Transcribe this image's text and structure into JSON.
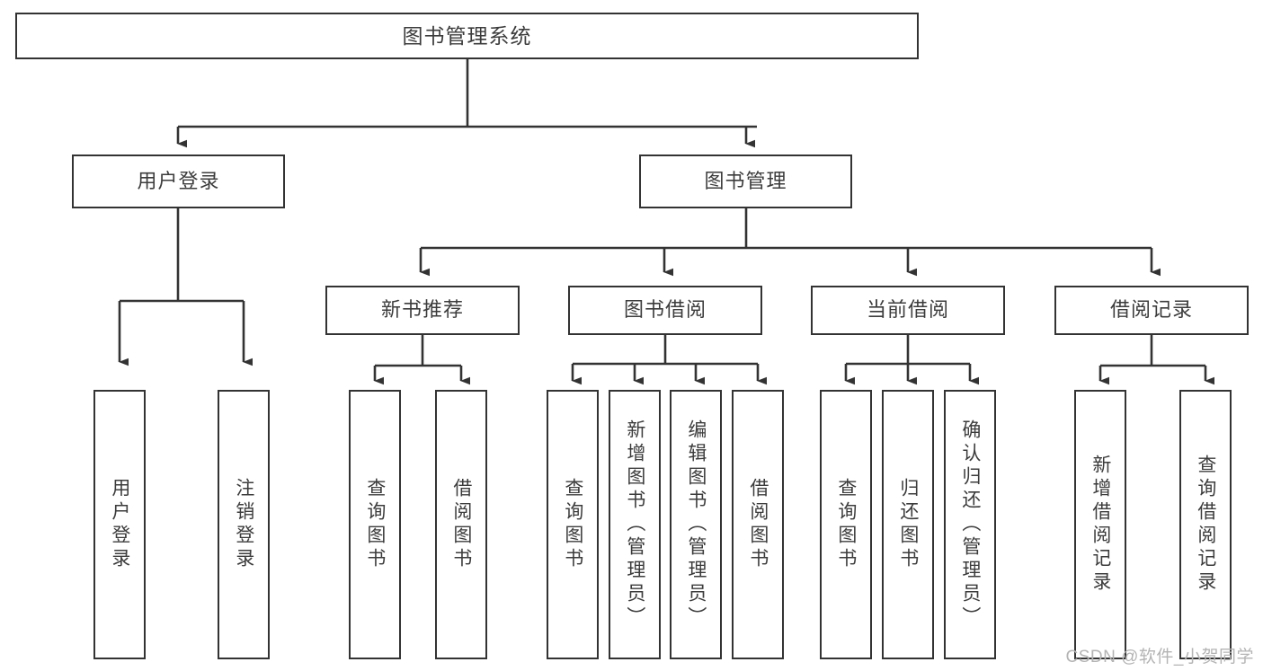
{
  "diagram": {
    "title": "图书管理系统",
    "type": "tree-hierarchy",
    "watermark": "CSDN @软件_小贺同学",
    "colors": {
      "box_border": "#333333",
      "box_fill": "#ffffff",
      "text": "#3c3c3c",
      "connector": "#333333",
      "watermark": "#b4b4b4",
      "background": "#ffffff"
    }
  },
  "nodes": {
    "root": {
      "label": "图书管理系统",
      "level": 0,
      "orientation": "horizontal"
    },
    "l1": [
      {
        "id": "user-login",
        "label": "用户登录",
        "orientation": "horizontal"
      },
      {
        "id": "book-management",
        "label": "图书管理",
        "orientation": "horizontal"
      }
    ],
    "l2": [
      {
        "id": "new-book-recommend",
        "label": "新书推荐",
        "orientation": "horizontal"
      },
      {
        "id": "book-borrow",
        "label": "图书借阅",
        "orientation": "horizontal"
      },
      {
        "id": "current-borrow",
        "label": "当前借阅",
        "orientation": "horizontal"
      },
      {
        "id": "borrow-record",
        "label": "借阅记录",
        "orientation": "horizontal"
      }
    ],
    "leaves": {
      "user_login": [
        {
          "id": "leaf-user-login",
          "label": "用户登录",
          "orientation": "vertical"
        },
        {
          "id": "leaf-logout-login",
          "label": "注销登录",
          "orientation": "vertical"
        }
      ],
      "new_book_recommend": [
        {
          "id": "leaf-query-book-1",
          "label": "查询图书",
          "orientation": "vertical"
        },
        {
          "id": "leaf-borrow-book-1",
          "label": "借阅图书",
          "orientation": "vertical"
        }
      ],
      "book_borrow": [
        {
          "id": "leaf-query-book-2",
          "label": "查询图书",
          "orientation": "vertical"
        },
        {
          "id": "leaf-add-book",
          "label": "新增图书（管理员）",
          "orientation": "vertical"
        },
        {
          "id": "leaf-edit-book",
          "label": "编辑图书（管理员）",
          "orientation": "vertical"
        },
        {
          "id": "leaf-borrow-book-2",
          "label": "借阅图书",
          "orientation": "vertical"
        }
      ],
      "current_borrow": [
        {
          "id": "leaf-query-book-3",
          "label": "查询图书",
          "orientation": "vertical"
        },
        {
          "id": "leaf-return-book",
          "label": "归还图书",
          "orientation": "vertical"
        },
        {
          "id": "leaf-confirm-return",
          "label": "确认归还（管理员）",
          "orientation": "vertical"
        }
      ],
      "borrow_record": [
        {
          "id": "leaf-add-record",
          "label": "新增借阅记录",
          "orientation": "vertical"
        },
        {
          "id": "leaf-query-record",
          "label": "查询借阅记录",
          "orientation": "vertical"
        }
      ]
    }
  }
}
